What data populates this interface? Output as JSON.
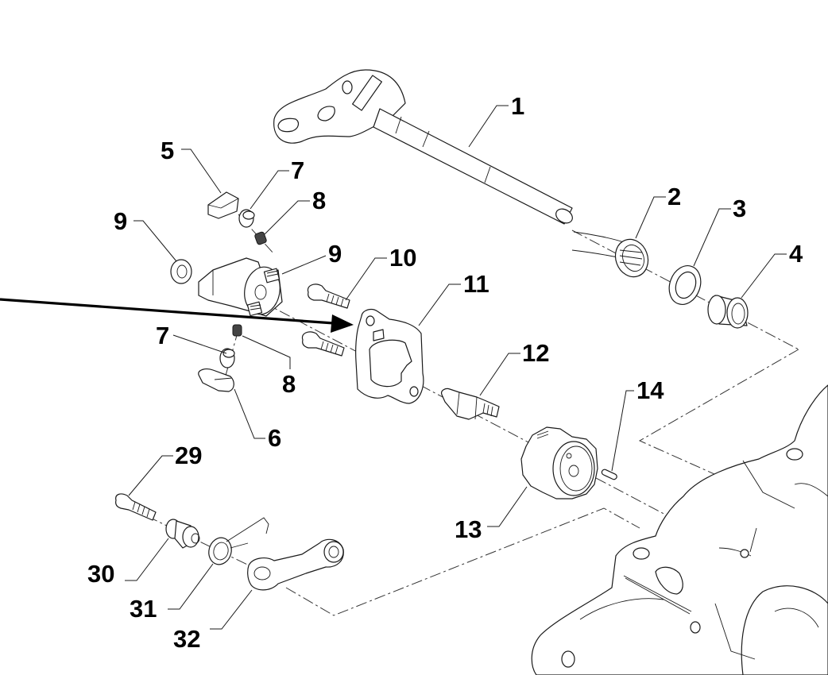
{
  "diagram": {
    "type": "exploded-parts-diagram",
    "background": "#ffffff",
    "line_color": "#1a1a1a",
    "callouts": [
      {
        "id": "c1",
        "label": "1",
        "part": "shaft-with-lever"
      },
      {
        "id": "c2",
        "label": "2",
        "part": "torsion-spring"
      },
      {
        "id": "c3",
        "label": "3",
        "part": "washer"
      },
      {
        "id": "c4",
        "label": "4",
        "part": "bushing"
      },
      {
        "id": "c5",
        "label": "5",
        "part": "pad"
      },
      {
        "id": "c6",
        "label": "6",
        "part": "lower-pad"
      },
      {
        "id": "c7a",
        "label": "7",
        "part": "upper-pin"
      },
      {
        "id": "c7b",
        "label": "7",
        "part": "lower-pin"
      },
      {
        "id": "c8a",
        "label": "8",
        "part": "upper-spring"
      },
      {
        "id": "c8b",
        "label": "8",
        "part": "lower-spring"
      },
      {
        "id": "c9a",
        "label": "9",
        "part": "grommet"
      },
      {
        "id": "c9b",
        "label": "9",
        "part": "selector-cam"
      },
      {
        "id": "c10",
        "label": "10",
        "part": "cap-screw"
      },
      {
        "id": "c11",
        "label": "11",
        "part": "retaining-plate"
      },
      {
        "id": "c12",
        "label": "12",
        "part": "stud-bolt"
      },
      {
        "id": "c13",
        "label": "13",
        "part": "star-drum"
      },
      {
        "id": "c14",
        "label": "14",
        "part": "dowel-pin"
      },
      {
        "id": "c29",
        "label": "29",
        "part": "pivot-screw"
      },
      {
        "id": "c30",
        "label": "30",
        "part": "spacer"
      },
      {
        "id": "c31",
        "label": "31",
        "part": "return-spring"
      },
      {
        "id": "c32",
        "label": "32",
        "part": "index-lever"
      }
    ],
    "indicator_arrow": {
      "points_to": "retaining-plate"
    }
  }
}
